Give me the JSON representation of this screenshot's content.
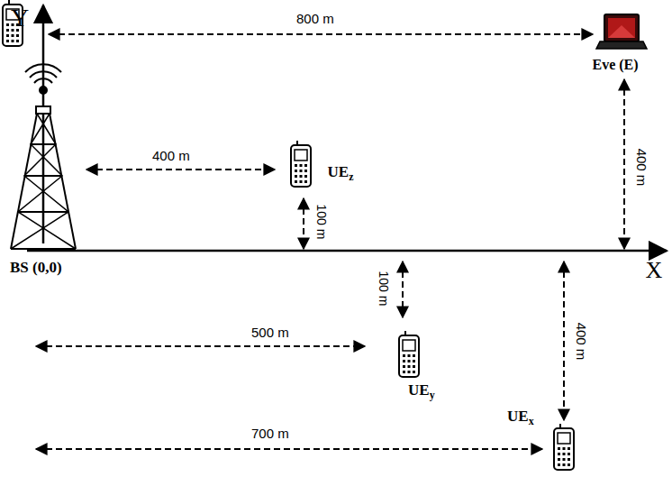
{
  "diagram": {
    "labels": [
      "Y",
      "800 m",
      "Eve (E)",
      "400 m",
      "UEz",
      "100 m",
      "400 m",
      "BS (0,0)",
      "X",
      "100 m",
      "500 m",
      "400 m",
      "UEy",
      "UEx",
      "700 m"
    ]
  }
}
